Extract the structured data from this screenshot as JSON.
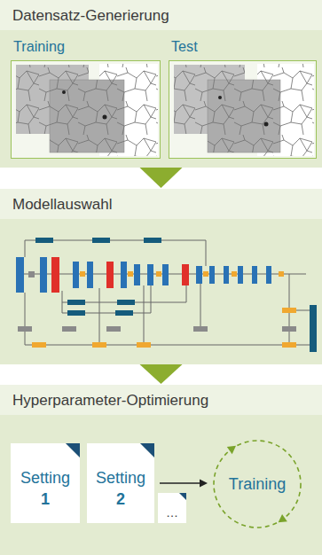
{
  "diagram": {
    "nodes": [
      {
        "text": [
          "Datensatz-Generierung"
        ]
      },
      {
        "text": [
          "Training"
        ],
        "in": 0
      },
      {
        "text": [
          "Test"
        ],
        "in": 0
      },
      {
        "text": [
          "Modellauswahl"
        ]
      },
      {
        "text": [
          "Hyperparameter-Optimierung"
        ]
      },
      {
        "text": [
          "Setting",
          "1"
        ],
        "in": 4
      },
      {
        "text": [
          "Setting",
          "2"
        ],
        "in": 4
      },
      {
        "text": [
          "…"
        ],
        "in": 4
      },
      {
        "text": [
          "Training"
        ],
        "in": 4
      }
    ],
    "edges": [
      {
        "from": 0,
        "to": 3,
        "arrow": "to"
      },
      {
        "from": 3,
        "to": 4,
        "arrow": "to"
      },
      {
        "from": 6,
        "to": 8,
        "arrow": "to"
      }
    ]
  }
}
